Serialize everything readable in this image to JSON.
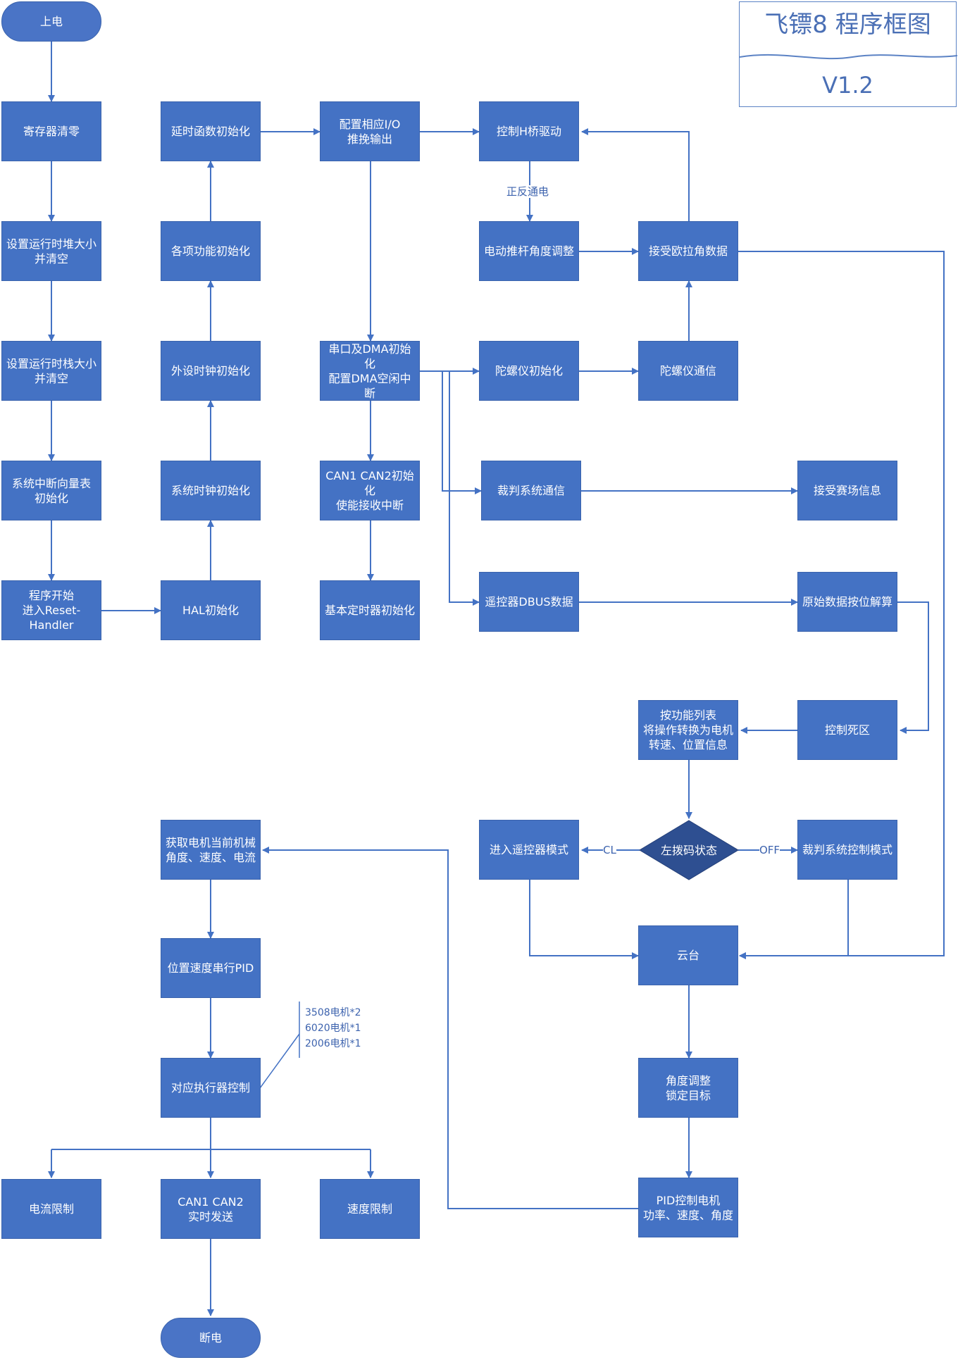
{
  "title": {
    "main": "飞镖8 程序框图",
    "version": "V1.2"
  },
  "nodes": {
    "power_on": "上电",
    "reg_clear": "寄存器清零",
    "heap": "设置运行时堆大小\n并清空",
    "stack": "设置运行时栈大小\n并清空",
    "vector": "系统中断向量表\n初始化",
    "prog_start": "程序开始\n进入Reset-Handler",
    "hal": "HAL初始化",
    "sysclk": "系统时钟初始化",
    "periph_clk": "外设时钟初始化",
    "func_init": "各项功能初始化",
    "delay_init": "延时函数初始化",
    "gpio": "配置相应I/O\n推挽输出",
    "uart_dma": "串口及DMA初始化\n配置DMA空闲中断",
    "can_init": "CAN1 CAN2初始化\n使能接收中断",
    "timer": "基本定时器初始化",
    "hbridge": "控制H桥驱动",
    "actuator": "电动推杆角度调整",
    "euler": "接受欧拉角数据",
    "gyro_init": "陀螺仪初始化",
    "gyro_comm": "陀螺仪通信",
    "referee_comm": "裁判系统通信",
    "field_info": "接受赛场信息",
    "rc_dbus": "遥控器DBUS数据",
    "raw_decode": "原始数据按位解算",
    "deadzone": "控制死区",
    "func_map": "按功能列表\n将操作转换为电机\n转速、位置信息",
    "switch": "左拨码状态",
    "rc_mode": "进入遥控器模式",
    "ref_mode": "裁判系统控制模式",
    "gimbal": "云台",
    "angle_adj": "角度调整\n锁定目标",
    "pid_motor": "PID控制电机\n功率、速度、角度",
    "get_motor": "获取电机当前机械\n角度、速度、电流",
    "pid_cascade": "位置速度串行PID",
    "actuator_ctrl": "对应执行器控制",
    "current_limit": "电流限制",
    "can_send": "CAN1 CAN2\n实时发送",
    "speed_limit": "速度限制",
    "power_off": "断电"
  },
  "edge_labels": {
    "forward": "正反通电",
    "cl": "CL",
    "off": "OFF"
  },
  "motor_note": "3508电机*2\n6020电机*1\n2006电机*1"
}
